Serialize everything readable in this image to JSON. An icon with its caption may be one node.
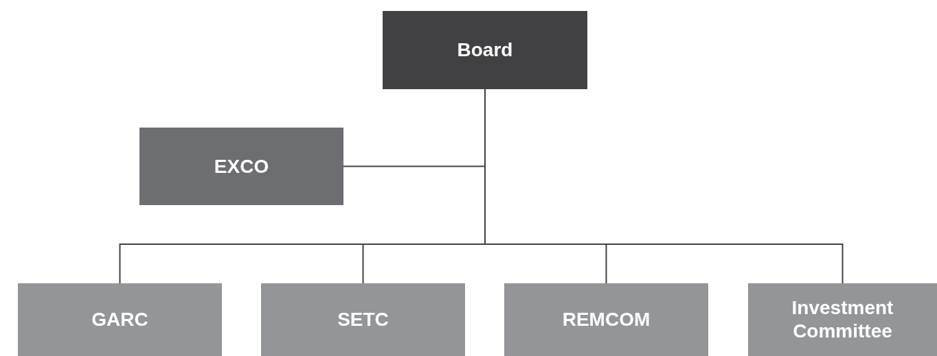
{
  "diagram": {
    "nodes": [
      {
        "text": [
          "Board"
        ]
      },
      {
        "text": [
          "EXCO"
        ]
      },
      {
        "text": [
          "GARC"
        ]
      },
      {
        "text": [
          "SETC"
        ]
      },
      {
        "text": [
          "REMCOM"
        ]
      },
      {
        "text": [
          "Investment Committee"
        ]
      }
    ],
    "edges": [
      {
        "from": 0,
        "to": 1,
        "arrow": "none"
      },
      {
        "from": 0,
        "to": 2,
        "arrow": "none"
      },
      {
        "from": 0,
        "to": 3,
        "arrow": "none"
      },
      {
        "from": 0,
        "to": 4,
        "arrow": "none"
      },
      {
        "from": 0,
        "to": 5,
        "arrow": "none"
      }
    ]
  }
}
